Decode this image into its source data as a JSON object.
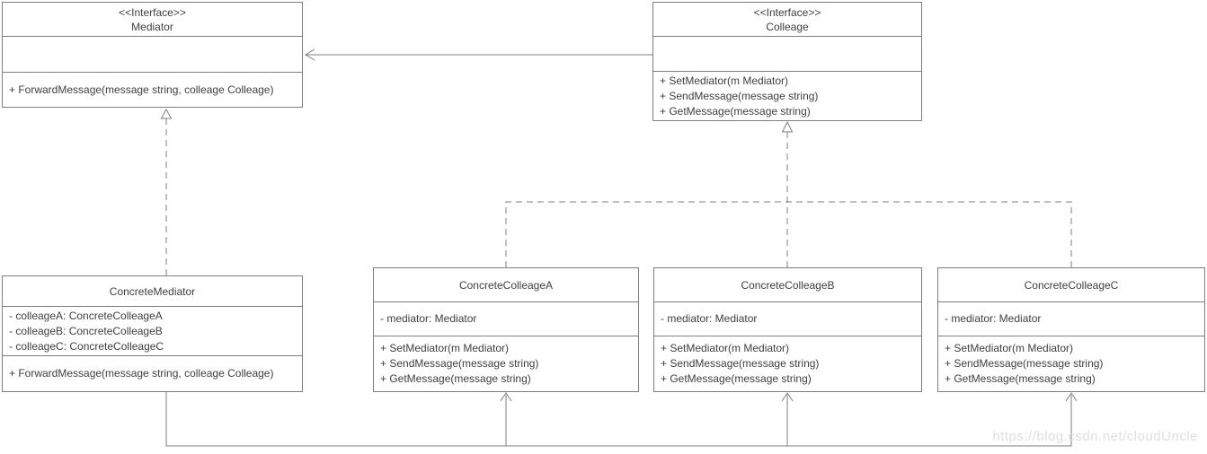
{
  "diagram": {
    "type": "uml-class-diagram",
    "pattern": "Mediator",
    "classes": [
      {
        "id": "mediator-interface",
        "stereotype": "<<Interface>>",
        "name": "Mediator",
        "fields": [],
        "methods": [
          "+ ForwardMessage(message string, colleage Colleage)"
        ]
      },
      {
        "id": "colleage-interface",
        "stereotype": "<<Interface>>",
        "name": "Colleage",
        "fields": [],
        "methods": [
          "+ SetMediator(m Mediator)",
          "+ SendMessage(message string)",
          "+ GetMessage(message string)"
        ]
      },
      {
        "id": "concrete-mediator",
        "stereotype": "",
        "name": "ConcreteMediator",
        "fields": [
          "- colleageA: ConcreteColleageA",
          "- colleageB: ConcreteColleageB",
          "- colleageC: ConcreteColleageC"
        ],
        "methods": [
          "+ ForwardMessage(message string, colleage Colleage)"
        ]
      },
      {
        "id": "concrete-colleage-a",
        "stereotype": "",
        "name": "ConcreteColleageA",
        "fields": [
          "- mediator: Mediator"
        ],
        "methods": [
          "+ SetMediator(m Mediator)",
          "+ SendMessage(message string)",
          "+ GetMessage(message string)"
        ]
      },
      {
        "id": "concrete-colleage-b",
        "stereotype": "",
        "name": "ConcreteColleageB",
        "fields": [
          "- mediator: Mediator"
        ],
        "methods": [
          "+ SetMediator(m Mediator)",
          "+ SendMessage(message string)",
          "+ GetMessage(message string)"
        ]
      },
      {
        "id": "concrete-colleage-c",
        "stereotype": "",
        "name": "ConcreteColleageC",
        "fields": [
          "- mediator: Mediator"
        ],
        "methods": [
          "+ SetMediator(m Mediator)",
          "+ SendMessage(message string)",
          "+ GetMessage(message string)"
        ]
      }
    ],
    "relationships": [
      {
        "type": "association",
        "from": "Colleage",
        "to": "Mediator",
        "arrow": "open"
      },
      {
        "type": "realization",
        "from": "ConcreteMediator",
        "to": "Mediator",
        "arrow": "hollow-triangle",
        "line": "dashed"
      },
      {
        "type": "realization",
        "from": "ConcreteColleageA",
        "to": "Colleage",
        "arrow": "hollow-triangle",
        "line": "dashed"
      },
      {
        "type": "realization",
        "from": "ConcreteColleageB",
        "to": "Colleage",
        "arrow": "hollow-triangle",
        "line": "dashed"
      },
      {
        "type": "realization",
        "from": "ConcreteColleageC",
        "to": "Colleage",
        "arrow": "hollow-triangle",
        "line": "dashed"
      },
      {
        "type": "association",
        "from": "ConcreteMediator",
        "to": "ConcreteColleageA",
        "arrow": "open"
      },
      {
        "type": "association",
        "from": "ConcreteMediator",
        "to": "ConcreteColleageB",
        "arrow": "open"
      },
      {
        "type": "association",
        "from": "ConcreteMediator",
        "to": "ConcreteColleageC",
        "arrow": "open"
      }
    ]
  },
  "watermark": {
    "text": "https://blog.csdn.net/cloudUncle"
  },
  "colors": {
    "line": "#7f7f7f",
    "text": "#3f3f3f",
    "background": "#ffffff",
    "watermark": "#dfdfdf"
  }
}
